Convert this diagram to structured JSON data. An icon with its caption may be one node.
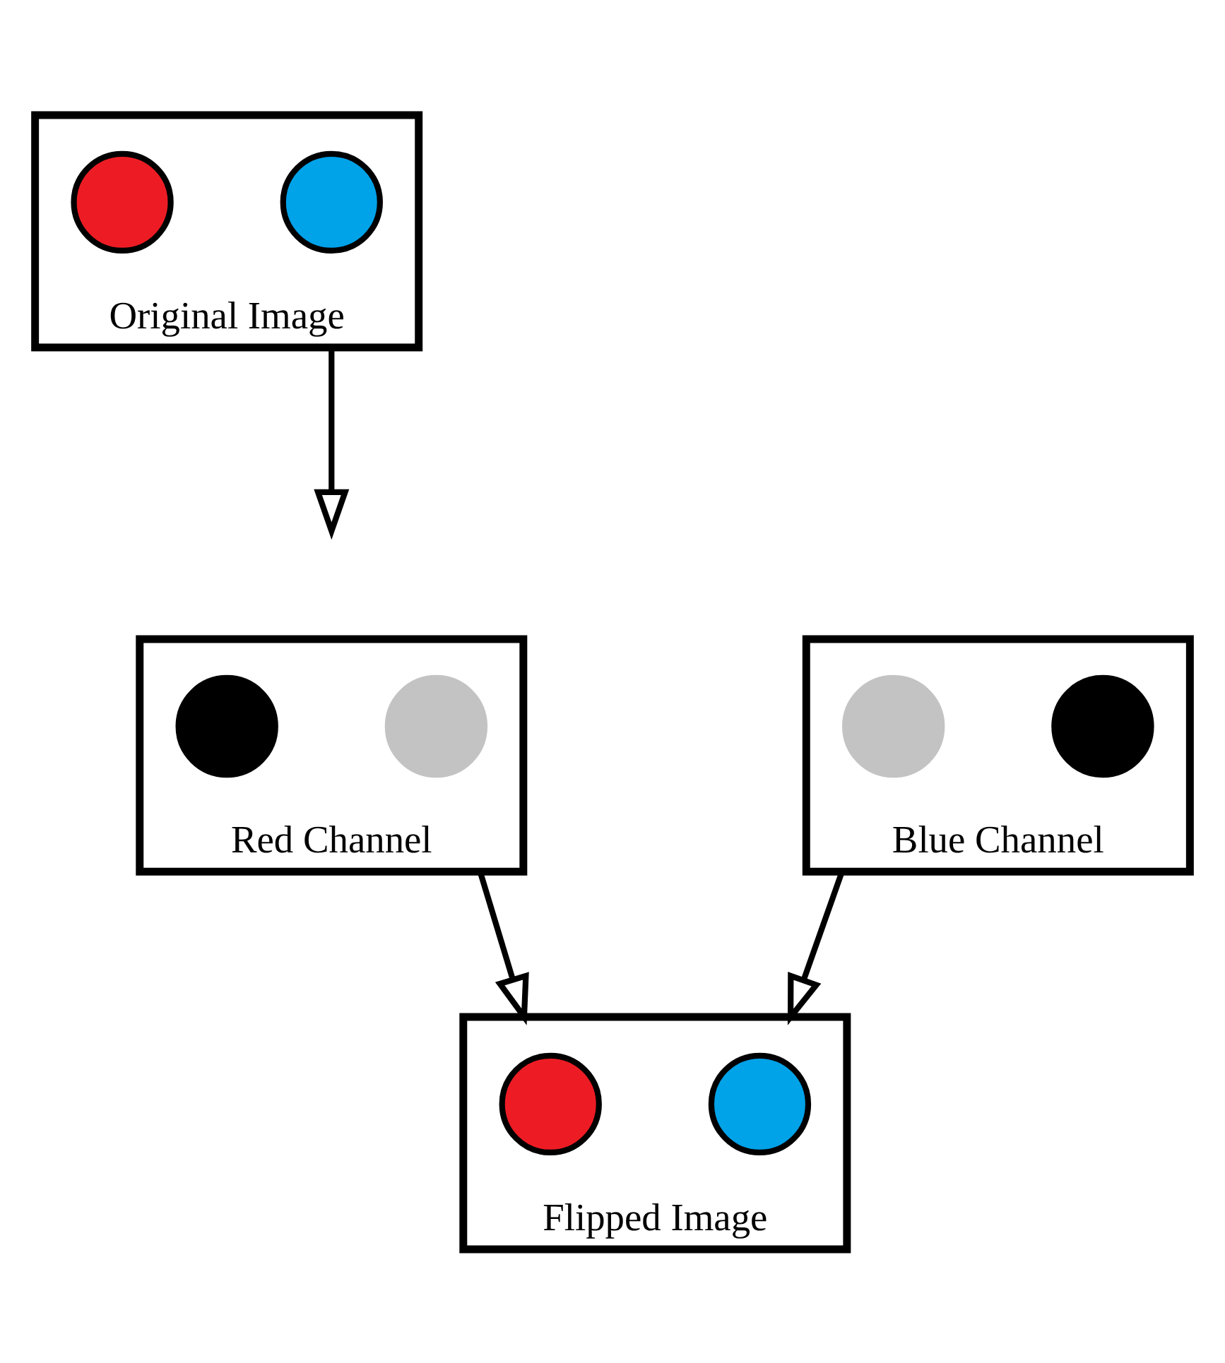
{
  "diagram": {
    "nodes": [
      {
        "text": [],
        "shape": "box",
        "beside": [
          "Original Image"
        ]
      },
      {
        "text": [],
        "shape": "circle",
        "in": 0
      },
      {
        "text": [],
        "shape": "circle",
        "in": 0
      },
      {
        "text": [],
        "shape": "box",
        "beside": [
          "Red Channel"
        ]
      },
      {
        "text": [],
        "shape": "circle",
        "in": 3
      },
      {
        "text": [],
        "shape": "circle",
        "in": 3
      },
      {
        "text": [],
        "shape": "box",
        "beside": [
          "Blue Channel"
        ]
      },
      {
        "text": [],
        "shape": "circle",
        "in": 6
      },
      {
        "text": [],
        "shape": "circle",
        "in": 6
      },
      {
        "text": [],
        "shape": "box",
        "beside": [
          "Flipped Image"
        ]
      },
      {
        "text": [],
        "shape": "circle",
        "in": 9
      },
      {
        "text": [],
        "shape": "circle",
        "in": 9
      }
    ],
    "edges": [
      {
        "from": 0,
        "to": null,
        "arrow": "to"
      },
      {
        "from": 3,
        "to": 9,
        "arrow": "to"
      },
      {
        "from": 6,
        "to": 9,
        "arrow": "to"
      }
    ]
  }
}
